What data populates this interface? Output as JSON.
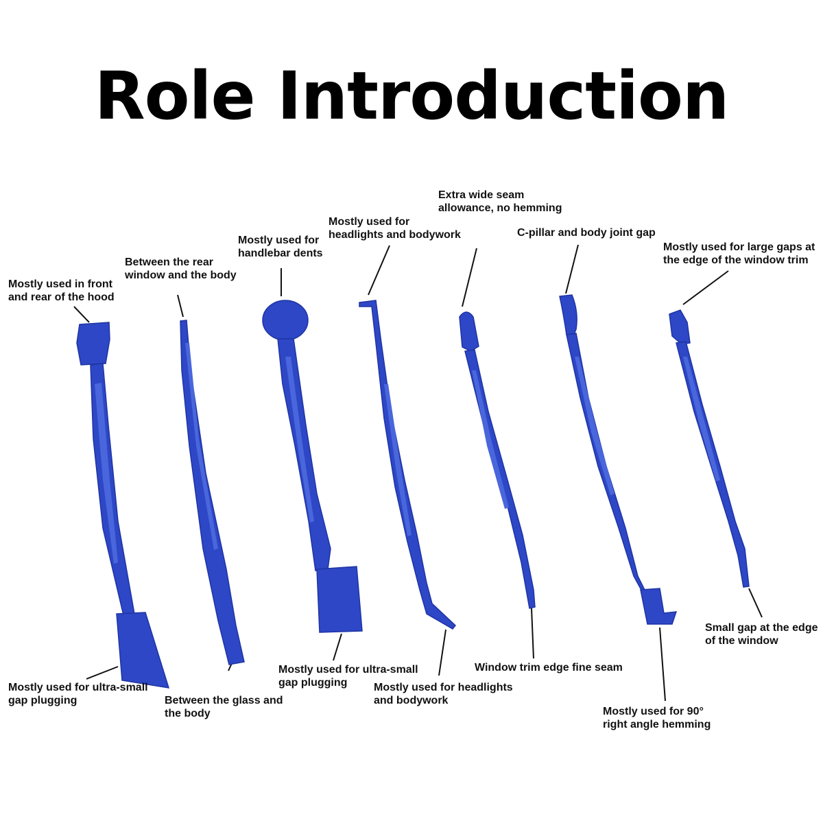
{
  "title": "Role Introduction",
  "colors": {
    "tool": "#2d47c6",
    "tool_dark": "#1f34a3",
    "tool_light": "#4a66dc",
    "leader": "#111111"
  },
  "labels": [
    {
      "id": "hood",
      "lines": [
        "Mostly used in front",
        "and rear of the hood"
      ]
    },
    {
      "id": "ultra-small-1",
      "lines": [
        "Mostly used for ultra-small",
        "gap plugging"
      ]
    },
    {
      "id": "rear-window",
      "lines": [
        "Between the rear",
        "window and the body"
      ]
    },
    {
      "id": "glass-body",
      "lines": [
        "Between the glass and",
        "the body"
      ]
    },
    {
      "id": "handlebar",
      "lines": [
        "Mostly used for",
        "handlebar dents"
      ]
    },
    {
      "id": "ultra-small-2",
      "lines": [
        "Mostly used for ultra-small",
        "gap plugging"
      ]
    },
    {
      "id": "headlights-top",
      "lines": [
        "Mostly used for",
        "headlights and bodywork"
      ]
    },
    {
      "id": "headlights-bottom",
      "lines": [
        "Mostly used for headlights",
        "and bodywork"
      ]
    },
    {
      "id": "extra-wide",
      "lines": [
        "Extra wide seam",
        "allowance, no hemming"
      ]
    },
    {
      "id": "window-trim",
      "lines": [
        "Window trim edge fine seam"
      ]
    },
    {
      "id": "c-pillar",
      "lines": [
        "C-pillar and body joint gap"
      ]
    },
    {
      "id": "right-angle",
      "lines": [
        "Mostly used for 90°",
        "right angle hemming"
      ]
    },
    {
      "id": "large-gaps",
      "lines": [
        "Mostly used for large gaps at",
        "the edge of the window trim"
      ]
    },
    {
      "id": "small-gap",
      "lines": [
        "Small gap at the edge",
        "of the window"
      ]
    }
  ]
}
